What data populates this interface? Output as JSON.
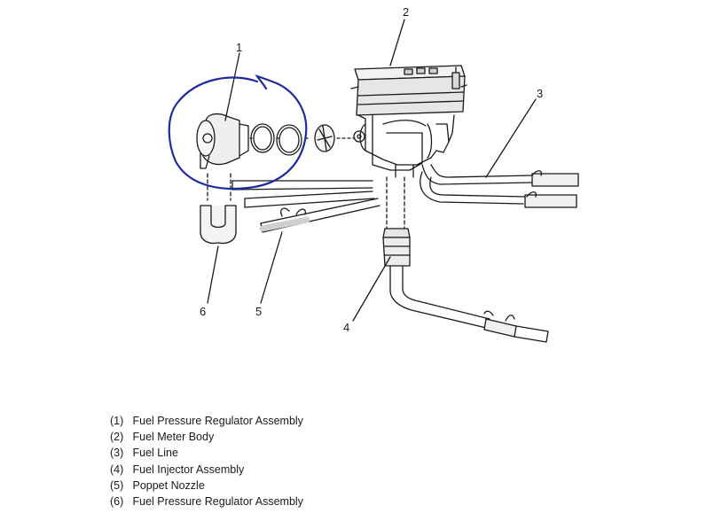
{
  "callouts": [
    {
      "number": "1"
    },
    {
      "number": "2"
    },
    {
      "number": "3"
    },
    {
      "number": "4"
    },
    {
      "number": "5"
    },
    {
      "number": "6"
    }
  ],
  "legend": [
    {
      "number": "(1)",
      "label": "Fuel Pressure Regulator Assembly"
    },
    {
      "number": "(2)",
      "label": "Fuel Meter Body"
    },
    {
      "number": "(3)",
      "label": "Fuel Line"
    },
    {
      "number": "(4)",
      "label": "Fuel Injector Assembly"
    },
    {
      "number": "(5)",
      "label": "Poppet Nozzle"
    },
    {
      "number": "(6)",
      "label": "Fuel Pressure Regulator Assembly"
    }
  ],
  "annotation": {
    "shape": "hand-drawn circle around regulator",
    "color": "#1f2a9e"
  }
}
